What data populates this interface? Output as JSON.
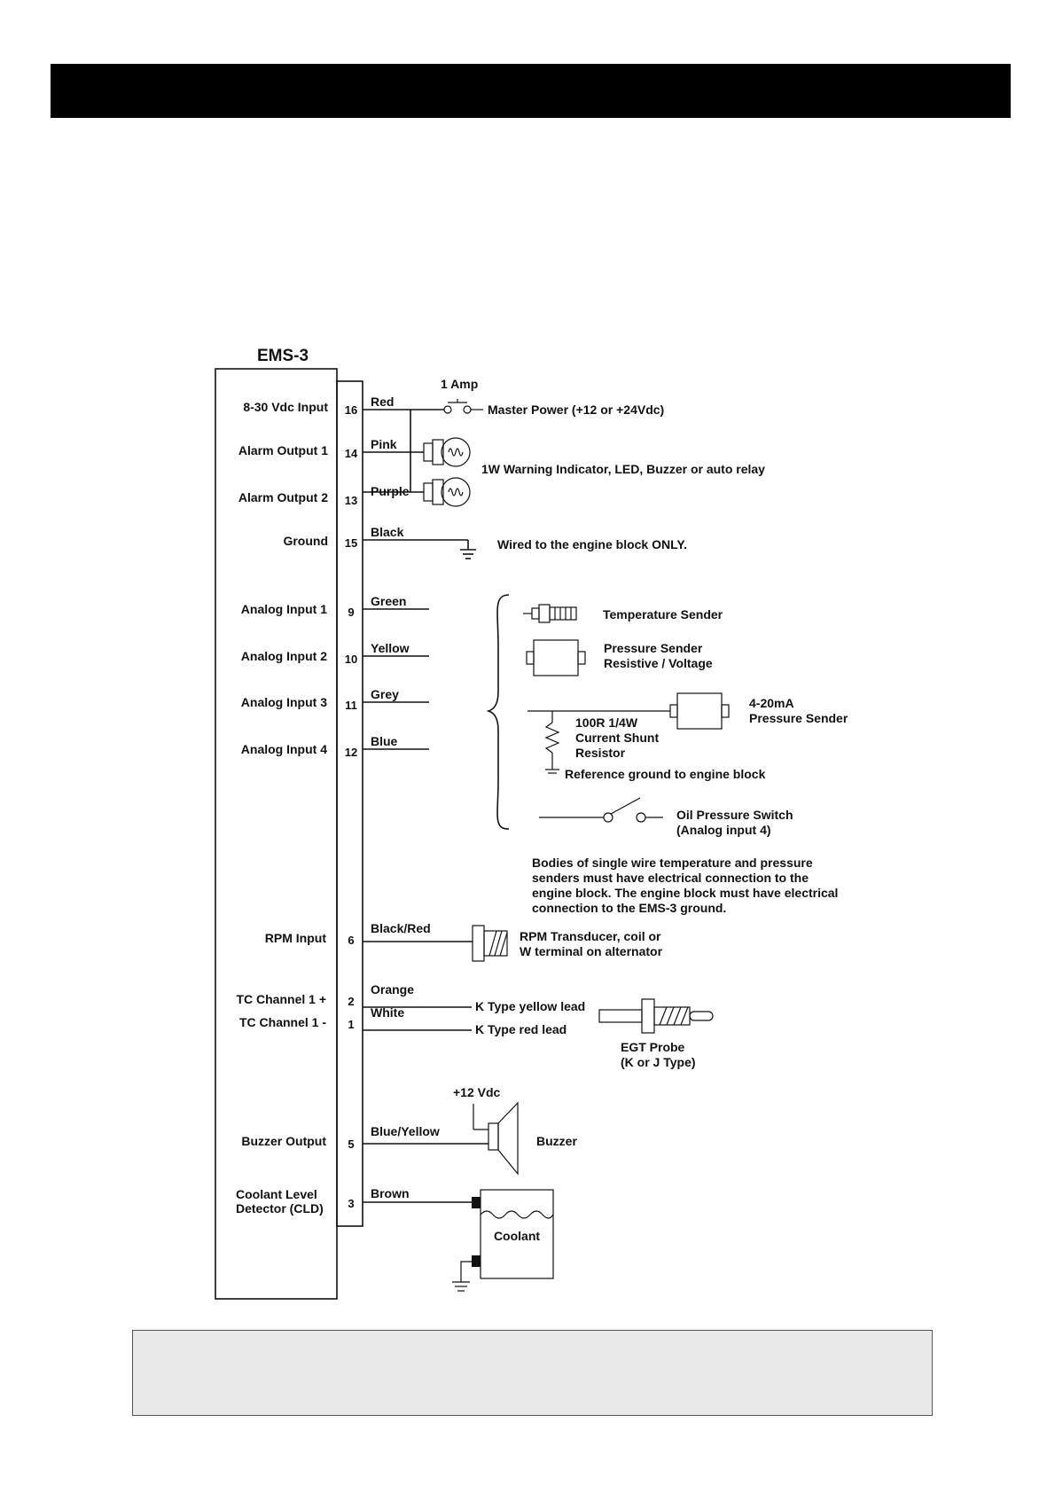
{
  "diagram": {
    "title": "EMS-3",
    "inputs": [
      {
        "label": "8-30 Vdc Input",
        "pin": "16",
        "wire": "Red"
      },
      {
        "label": "Alarm Output 1",
        "pin": "14",
        "wire": "Pink"
      },
      {
        "label": "Alarm Output 2",
        "pin": "13",
        "wire": "Purple"
      },
      {
        "label": "Ground",
        "pin": "15",
        "wire": "Black"
      },
      {
        "label": "Analog Input 1",
        "pin": "9",
        "wire": "Green"
      },
      {
        "label": "Analog Input 2",
        "pin": "10",
        "wire": "Yellow"
      },
      {
        "label": "Analog Input 3",
        "pin": "11",
        "wire": "Grey"
      },
      {
        "label": "Analog Input 4",
        "pin": "12",
        "wire": "Blue"
      },
      {
        "label": "RPM Input",
        "pin": "6",
        "wire": "Black/Red"
      },
      {
        "label": "TC Channel 1 +",
        "pin": "2",
        "wire": "Orange"
      },
      {
        "label": "TC Channel 1 -",
        "pin": "1",
        "wire": "White"
      },
      {
        "label": "Buzzer Output",
        "pin": "5",
        "wire": "Blue/Yellow"
      },
      {
        "label": "Coolant Level",
        "label2": "Detector (CLD)",
        "pin": "3",
        "wire": "Brown"
      }
    ],
    "components": {
      "fuse": "1 Amp",
      "master_power": "Master Power (+12 or +24Vdc)",
      "warning": "1W Warning Indicator, LED, Buzzer or auto relay",
      "ground_note": "Wired to the engine block ONLY.",
      "temp_sender": "Temperature Sender",
      "pressure_sender_1": "Pressure Sender",
      "pressure_sender_2": "Resistive / Voltage",
      "ma_sender_1": "4-20mA",
      "ma_sender_2": "Pressure Sender",
      "shunt_1": "100R 1/4W",
      "shunt_2": "Current Shunt",
      "shunt_3": "Resistor",
      "ref_ground": "Reference ground to engine block",
      "oil_switch_1": "Oil Pressure Switch",
      "oil_switch_2": "(Analog input 4)",
      "body_note_1": "Bodies of single wire temperature and pressure",
      "body_note_2": "senders must have electrical connection to the",
      "body_note_3": "engine block. The engine block must have electrical",
      "body_note_4": "connection to the EMS-3 ground.",
      "rpm_1": "RPM Transducer, coil or",
      "rpm_2": "W terminal on alternator",
      "k_yellow": "K Type yellow lead",
      "k_red": "K Type red lead",
      "egt_1": "EGT Probe",
      "egt_2": "(K or J Type)",
      "vdc": "+12 Vdc",
      "buzzer": "Buzzer",
      "coolant": "Coolant"
    }
  }
}
